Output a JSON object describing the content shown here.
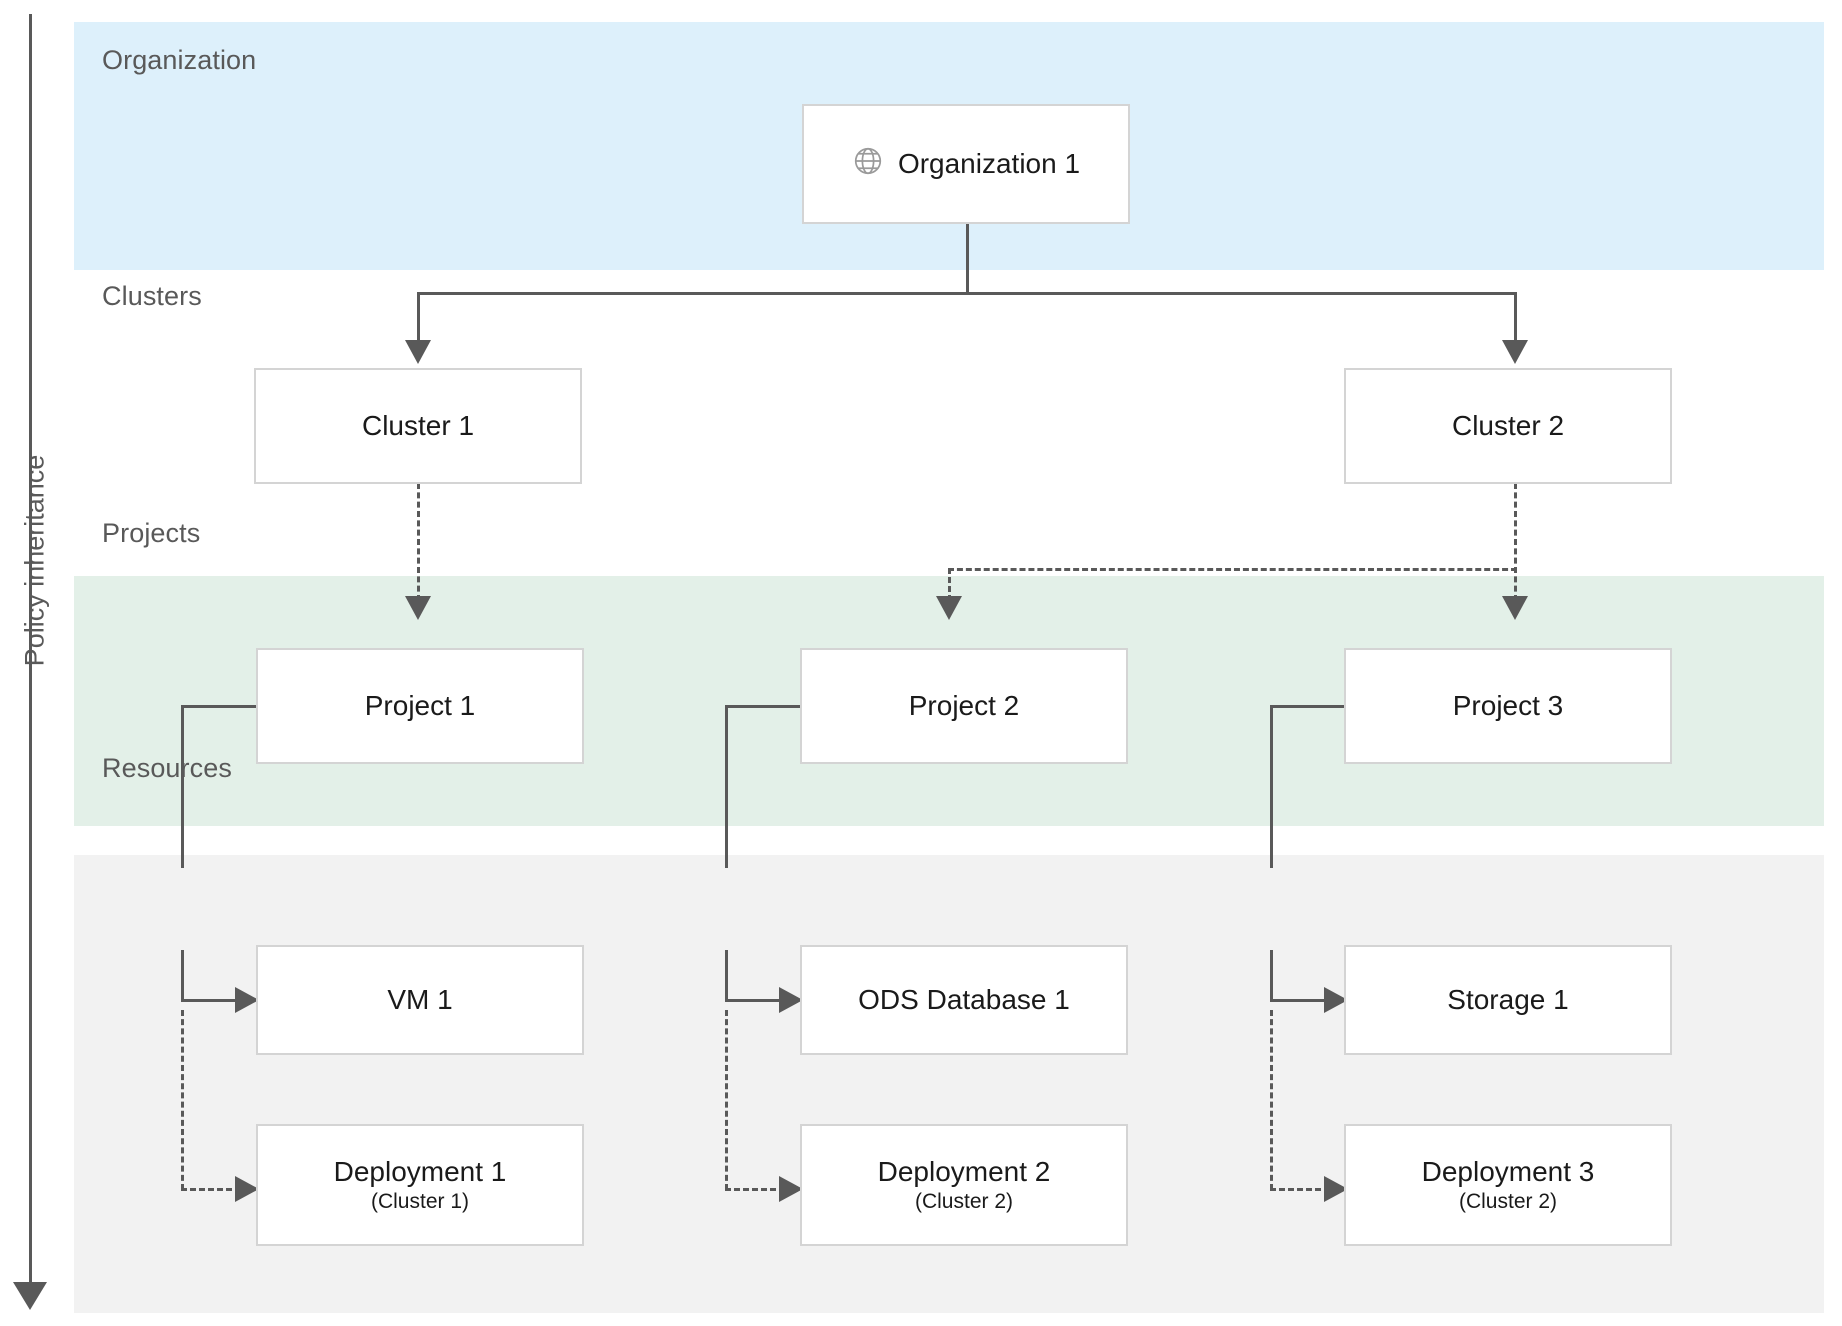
{
  "diagram": {
    "axis_label": "Policy inheritance",
    "bands": [
      {
        "id": "organization",
        "label": "Organization",
        "color": "#ddf0fb"
      },
      {
        "id": "clusters",
        "label": "Clusters",
        "color": "#ffffff"
      },
      {
        "id": "projects",
        "label": "Projects",
        "color": "#e3f0e8"
      },
      {
        "id": "resources",
        "label": "Resources",
        "color": "#f2f2f2"
      }
    ],
    "nodes": {
      "organization_1": {
        "label": "Organization 1",
        "icon": "globe-icon"
      },
      "cluster_1": {
        "label": "Cluster 1"
      },
      "cluster_2": {
        "label": "Cluster 2"
      },
      "project_1": {
        "label": "Project 1"
      },
      "project_2": {
        "label": "Project 2"
      },
      "project_3": {
        "label": "Project 3"
      },
      "vm_1": {
        "label": "VM 1"
      },
      "ods_database_1": {
        "label": "ODS Database 1"
      },
      "storage_1": {
        "label": "Storage 1"
      },
      "deployment_1": {
        "label": "Deployment 1",
        "sublabel": "(Cluster 1)"
      },
      "deployment_2": {
        "label": "Deployment 2",
        "sublabel": "(Cluster 2)"
      },
      "deployment_3": {
        "label": "Deployment 3",
        "sublabel": "(Cluster 2)"
      }
    },
    "colors": {
      "line": "#595959",
      "box_border": "#d4d4d4",
      "text": "#1a1a1a",
      "label_text": "#595959"
    }
  }
}
